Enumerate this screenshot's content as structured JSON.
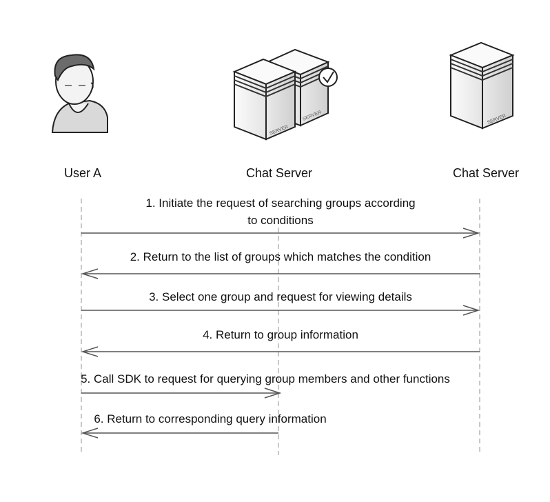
{
  "actors": {
    "user": {
      "label": "User A"
    },
    "server_mid": {
      "label": "Chat Server",
      "box_label": "SERVER"
    },
    "server_right": {
      "label": "Chat Server",
      "box_label": "SERVER"
    }
  },
  "messages": [
    {
      "text": "1. Initiate the request of searching groups according to conditions",
      "line1": "1. Initiate the request of searching groups according",
      "line2": "to conditions"
    },
    {
      "text": "2. Return to the list of groups which matches the condition"
    },
    {
      "text": "3. Select one group and request for viewing details"
    },
    {
      "text": "4. Return to group information"
    },
    {
      "text": "5. Call SDK to request for querying group members and other functions"
    },
    {
      "text": "6. Return to corresponding query information"
    }
  ]
}
